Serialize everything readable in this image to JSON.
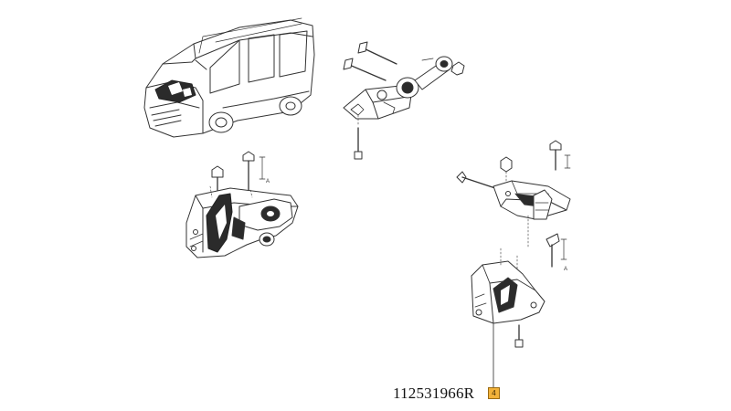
{
  "callout": {
    "part_number": "112531966R",
    "marker": "4"
  },
  "dimension_labels": {
    "engine_mount": "A",
    "gearbox_mount": "A"
  },
  "colors": {
    "line": "#333333",
    "accent": "#f2b23a",
    "shade": "#2b2b2b"
  }
}
